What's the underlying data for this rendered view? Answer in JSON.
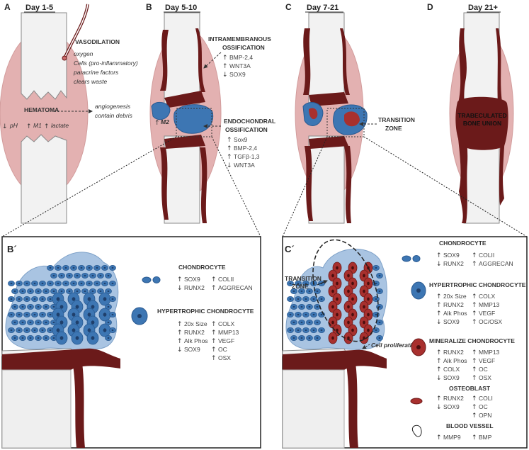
{
  "panels": [
    {
      "letter": "A",
      "title": "Day 1-5"
    },
    {
      "letter": "B",
      "title": "Day 5-10"
    },
    {
      "letter": "C",
      "title": "Day 7-21"
    },
    {
      "letter": "D",
      "title": "Day 21+"
    }
  ],
  "a": {
    "vasodilation": "VASODILATION",
    "notes": [
      "oxygen",
      "Cells (pro-inflammatory)",
      "paracrine factors",
      "clears waste"
    ],
    "hematoma": "HEMATOMA",
    "angio1": "angiogenesis",
    "angio2": "contain debris",
    "ph": "pH",
    "m1": "M1",
    "lactate": "lactate",
    "up": "↑",
    "down": "↓"
  },
  "b": {
    "intra1": "INTRAMEMBRANOUS",
    "intra2": "OSSIFICATION",
    "intra_factors": [
      {
        "dir": "↑",
        "name": "BMP-2,4"
      },
      {
        "dir": "↑",
        "name": "WNT3A"
      },
      {
        "dir": "↓",
        "name": "SOX9"
      }
    ],
    "m2": "M2",
    "endo1": "ENDOCHONDRAL",
    "endo2": "OSSIFICATION",
    "endo_factors": [
      {
        "dir": "↑",
        "name": "Sox9"
      },
      {
        "dir": "↑",
        "name": "BMP-2,4"
      },
      {
        "dir": "↑",
        "name": "TGFβ-1,3"
      },
      {
        "dir": "↓",
        "name": "WNT3A"
      }
    ]
  },
  "c": {
    "transition1": "TRANSITION",
    "transition2": "ZONE"
  },
  "d": {
    "union1": "TRABECULATED",
    "union2": "BONE UNION"
  },
  "bprime": {
    "letter": "B´",
    "chondrocyte": {
      "title": "CHONDROCYTE",
      "left": [
        {
          "dir": "↑",
          "name": "SOX9"
        },
        {
          "dir": "↓",
          "name": "RUNX2"
        }
      ],
      "right": [
        {
          "dir": "↑",
          "name": "COLII"
        },
        {
          "dir": "↑",
          "name": "AGGRECAN"
        }
      ]
    },
    "hypertrophic": {
      "title": "HYPERTROPHIC CHONDROCYTE",
      "left": [
        {
          "dir": "↑",
          "name": "20x Size"
        },
        {
          "dir": "↑",
          "name": "RUNX2"
        },
        {
          "dir": "↑",
          "name": "Alk Phos"
        },
        {
          "dir": "↓",
          "name": "SOX9"
        }
      ],
      "right": [
        {
          "dir": "↑",
          "name": "COLX"
        },
        {
          "dir": "↑",
          "name": "MMP13"
        },
        {
          "dir": "↑",
          "name": "VEGF"
        },
        {
          "dir": "↑",
          "name": "OC"
        },
        {
          "dir": "↑",
          "name": "OSX"
        }
      ]
    }
  },
  "cprime": {
    "letter": "C´",
    "transition1": "TRANSITION",
    "transition2": "ZONE",
    "proliferation": "Cell proliferation?",
    "chondrocyte": {
      "title": "CHONDROCYTE",
      "left": [
        {
          "dir": "↑",
          "name": "SOX9"
        },
        {
          "dir": "↓",
          "name": "RUNX2"
        }
      ],
      "right": [
        {
          "dir": "↑",
          "name": "COLII"
        },
        {
          "dir": "↑",
          "name": "AGGRECAN"
        }
      ]
    },
    "hypertrophic": {
      "title": "HYPERTROPHIC CHONDROCYTE",
      "left": [
        {
          "dir": "↑",
          "name": "20x Size"
        },
        {
          "dir": "↑",
          "name": "RUNX2"
        },
        {
          "dir": "↑",
          "name": "Alk Phos"
        },
        {
          "dir": "↓",
          "name": "SOX9"
        }
      ],
      "right": [
        {
          "dir": "↑",
          "name": "COLX"
        },
        {
          "dir": "↑",
          "name": "MMP13"
        },
        {
          "dir": "↑",
          "name": "VEGF"
        },
        {
          "dir": "↑",
          "name": "OC/OSX"
        }
      ]
    },
    "mineralize": {
      "title": "MINERALIZE CHONDROCYTE",
      "left": [
        {
          "dir": "↑",
          "name": "RUNX2"
        },
        {
          "dir": "↑",
          "name": "Alk Phos"
        },
        {
          "dir": "↑",
          "name": "COLX"
        },
        {
          "dir": "↓",
          "name": "SOX9"
        }
      ],
      "right": [
        {
          "dir": "↑",
          "name": "MMP13"
        },
        {
          "dir": "↑",
          "name": "VEGF"
        },
        {
          "dir": "↑",
          "name": "OC"
        },
        {
          "dir": "↑",
          "name": "OSX"
        }
      ]
    },
    "osteoblast": {
      "title": "OSTEOBLAST",
      "left": [
        {
          "dir": "↑",
          "name": "RUNX2"
        },
        {
          "dir": "↓",
          "name": "SOX9"
        }
      ],
      "right": [
        {
          "dir": "↑",
          "name": "COLI"
        },
        {
          "dir": "↑",
          "name": "OC"
        },
        {
          "dir": "↑",
          "name": "OPN"
        }
      ]
    },
    "vessel": {
      "title": "BLOOD VESSEL",
      "left": [
        {
          "dir": "↑",
          "name": "MMP9"
        }
      ],
      "right": [
        {
          "dir": "↑",
          "name": "BMP"
        }
      ]
    }
  },
  "colors": {
    "bone": "#6b1a1a",
    "cartilage": "#3d76b3",
    "cartilageLight": "#a9c4e2",
    "hematoma": "#e3b1b1",
    "mineral": "#a8302e"
  }
}
